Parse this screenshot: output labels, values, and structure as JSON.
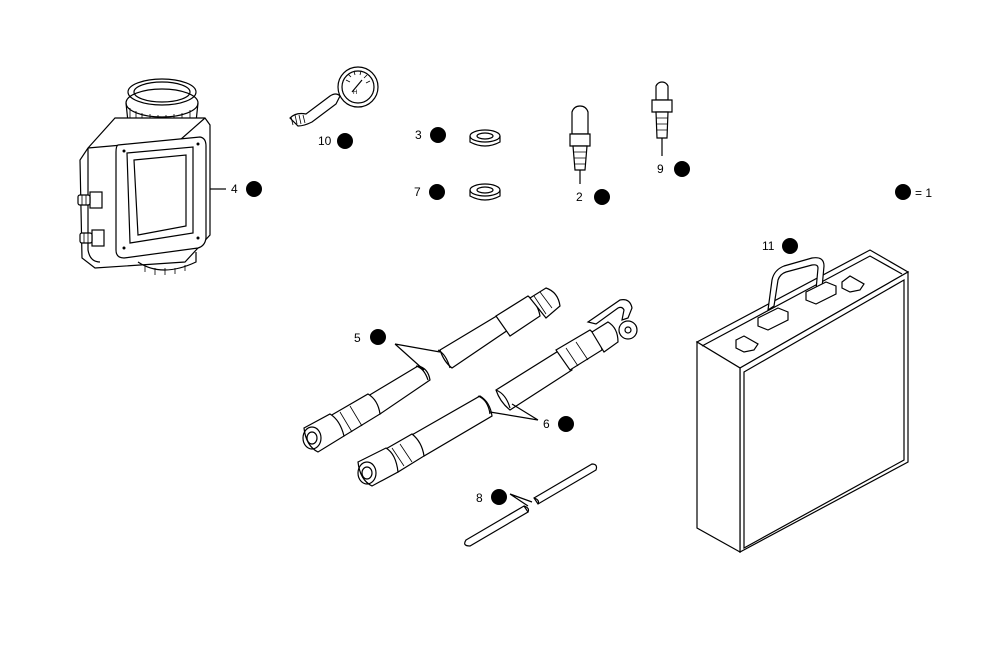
{
  "parts": [
    {
      "id": "meter-housing",
      "label": "4"
    },
    {
      "id": "pressure-gauge",
      "label": "10"
    },
    {
      "id": "washer-a",
      "label": "3"
    },
    {
      "id": "washer-b",
      "label": "7"
    },
    {
      "id": "adapter-a",
      "label": "2"
    },
    {
      "id": "adapter-b",
      "label": "9"
    },
    {
      "id": "hose-a",
      "label": "5"
    },
    {
      "id": "hose-b",
      "label": "6"
    },
    {
      "id": "tube",
      "label": "8"
    },
    {
      "id": "carrying-case",
      "label": "11"
    }
  ],
  "legend": {
    "text": "= 1"
  }
}
